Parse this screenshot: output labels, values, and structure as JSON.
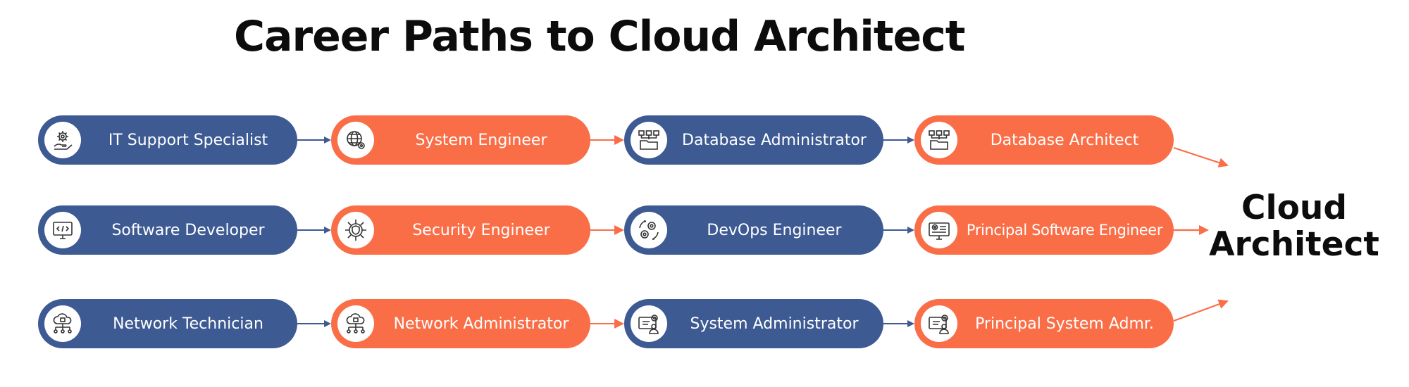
{
  "title": "Career Paths to Cloud Architect",
  "goal": {
    "line1": "Cloud",
    "line2": "Architect"
  },
  "colors": {
    "blue": "#3d5a93",
    "orange": "#fa6e47",
    "arrow_blue": "#3d5a93",
    "arrow_orange": "#fa6e47",
    "text": "#0c0c0c"
  },
  "rows": [
    {
      "nodes": [
        {
          "label": "IT Support Specialist",
          "color": "blue",
          "icon": "gear-hand-icon"
        },
        {
          "label": "System Engineer",
          "color": "orange",
          "icon": "globe-gear-icon"
        },
        {
          "label": "Database Administrator",
          "color": "blue",
          "icon": "folder-network-icon"
        },
        {
          "label": "Database Architect",
          "color": "orange",
          "icon": "folder-network-icon"
        }
      ]
    },
    {
      "nodes": [
        {
          "label": "Software Developer",
          "color": "blue",
          "icon": "monitor-code-icon"
        },
        {
          "label": "Security Engineer",
          "color": "orange",
          "icon": "shield-chip-icon"
        },
        {
          "label": "DevOps Engineer",
          "color": "blue",
          "icon": "gears-cycle-icon"
        },
        {
          "label": "Principal Software Engineer",
          "color": "orange",
          "icon": "monitor-gear-icon"
        }
      ]
    },
    {
      "nodes": [
        {
          "label": "Network Technician",
          "color": "blue",
          "icon": "cloud-network-icon"
        },
        {
          "label": "Network Administrator",
          "color": "orange",
          "icon": "cloud-network-icon"
        },
        {
          "label": "System Administrator",
          "color": "blue",
          "icon": "admin-monitor-icon"
        },
        {
          "label": "Principal System Admr.",
          "color": "orange",
          "icon": "admin-monitor-icon"
        }
      ]
    }
  ]
}
